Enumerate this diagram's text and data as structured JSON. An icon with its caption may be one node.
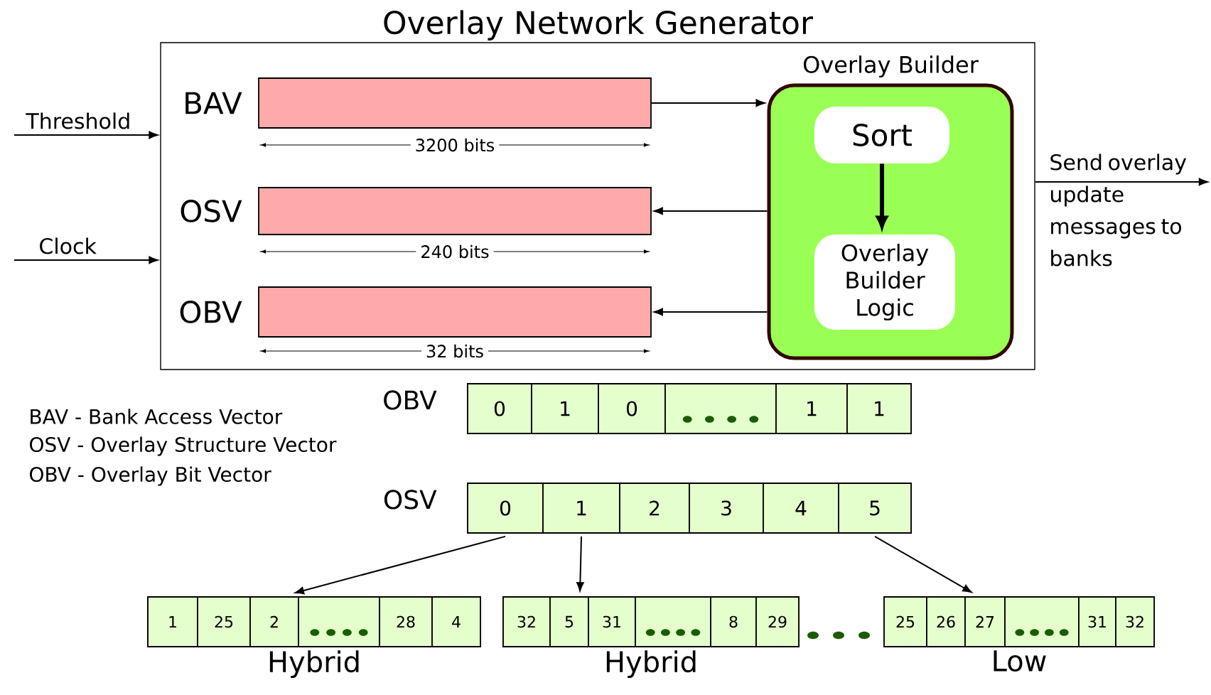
{
  "diagram": {
    "nodes": [
      {
        "text": [
          "Overlay Network Generator"
        ]
      },
      {
        "text": [
          "BAV"
        ],
        "in": 0
      },
      {
        "text": [
          "OSV"
        ],
        "in": 0
      },
      {
        "text": [
          "OBV"
        ],
        "in": 0
      },
      {
        "text": [
          "Overlay Builder"
        ],
        "in": 0
      },
      {
        "text": [
          "Sort"
        ],
        "in": 4
      },
      {
        "text": [
          "Overlay Builder Logic"
        ],
        "in": 4
      },
      {
        "text": [
          "Threshold"
        ]
      },
      {
        "text": [
          "Clock"
        ]
      },
      {
        "text": [
          "Send overlay update messages to banks"
        ]
      },
      {
        "text": [
          "OBV"
        ]
      },
      {
        "text": [
          "0"
        ],
        "in": 10
      },
      {
        "text": [
          "1"
        ],
        "in": 10
      },
      {
        "text": [
          "0"
        ],
        "in": 10
      },
      {
        "text": [],
        "shape": "box",
        "in": 10
      },
      {
        "text": [
          "1"
        ],
        "in": 10
      },
      {
        "text": [
          "1"
        ],
        "in": 10
      },
      {
        "text": [
          "OSV"
        ]
      },
      {
        "text": [
          "0"
        ],
        "in": 17
      },
      {
        "text": [
          "1"
        ],
        "in": 17
      },
      {
        "text": [
          "2"
        ],
        "in": 17
      },
      {
        "text": [
          "3"
        ],
        "in": 17
      },
      {
        "text": [
          "4"
        ],
        "in": 17
      },
      {
        "text": [
          "5"
        ],
        "in": 17
      },
      {
        "text": [
          "Hybrid"
        ]
      },
      {
        "text": [
          "1"
        ],
        "in": 24
      },
      {
        "text": [
          "25"
        ],
        "in": 24
      },
      {
        "text": [
          "2"
        ],
        "in": 24
      },
      {
        "text": [],
        "shape": "box",
        "in": 24
      },
      {
        "text": [
          "28"
        ],
        "in": 24
      },
      {
        "text": [
          "4"
        ],
        "in": 24
      },
      {
        "text": [
          "Hybrid"
        ]
      },
      {
        "text": [
          "32"
        ],
        "in": 31
      },
      {
        "text": [
          "5"
        ],
        "in": 31
      },
      {
        "text": [
          "31"
        ],
        "in": 31
      },
      {
        "text": [],
        "shape": "box",
        "in": 31
      },
      {
        "text": [
          "8"
        ],
        "in": 31
      },
      {
        "text": [
          "29"
        ],
        "in": 31
      },
      {
        "text": [
          "Low"
        ]
      },
      {
        "text": [
          "25"
        ],
        "in": 38
      },
      {
        "text": [
          "26"
        ],
        "in": 38
      },
      {
        "text": [
          "27"
        ],
        "in": 38
      },
      {
        "text": [],
        "shape": "box",
        "in": 38
      },
      {
        "text": [
          "31"
        ],
        "in": 38
      },
      {
        "text": [
          "32"
        ],
        "in": 38
      }
    ],
    "edges": [
      {
        "from": 7,
        "to": 0,
        "arrow": "to"
      },
      {
        "from": 8,
        "to": 0,
        "arrow": "to"
      },
      {
        "from": 1,
        "to": 4,
        "arrow": "to"
      },
      {
        "from": 4,
        "to": 2,
        "arrow": "to"
      },
      {
        "from": 4,
        "to": 3,
        "arrow": "to"
      },
      {
        "from": 5,
        "to": 6,
        "arrow": "to",
        "style": "thick"
      },
      {
        "from": 0,
        "to": 9,
        "arrow": "to"
      },
      {
        "from": 18,
        "to": 24,
        "arrow": "to"
      },
      {
        "from": 19,
        "to": 31,
        "arrow": "to"
      },
      {
        "from": 23,
        "to": 38,
        "arrow": "to"
      }
    ],
    "labels": [
      "3200 bits",
      "240 bits",
      "32 bits",
      "BAV - Bank Access Vector",
      "OSV - Overlay Structure Vector",
      "OBV - Overlay Bit Vector"
    ]
  }
}
